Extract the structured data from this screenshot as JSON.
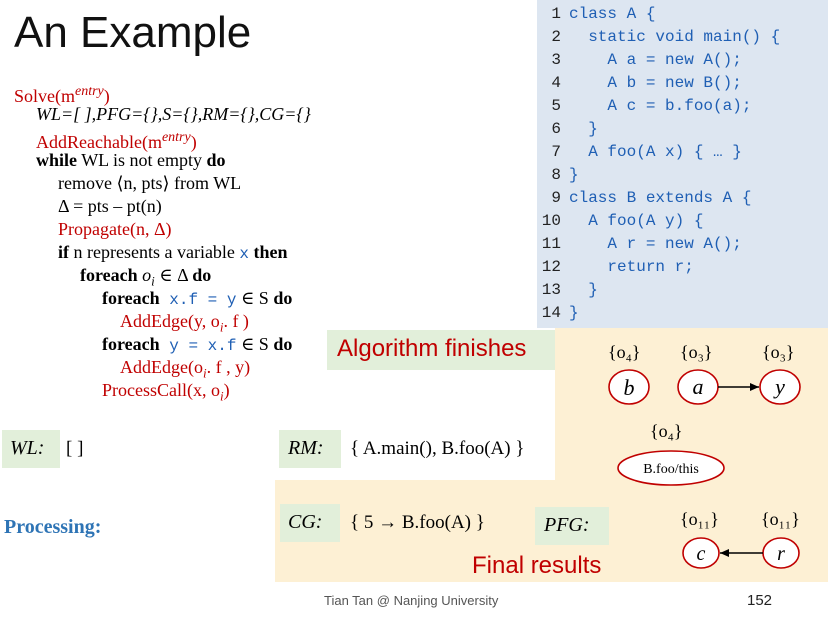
{
  "title": "An Example",
  "algorithm": {
    "l1": "Solve(m",
    "l1_sup": "entry",
    "l1_end": ")",
    "l2": "WL=[ ],PFG={},S={},RM={},CG={}",
    "l3": "AddReachable(m",
    "l3_sup": "entry",
    "l3_end": ")",
    "l4_kw1": "while",
    "l4_mid": " WL is not empty ",
    "l4_kw2": "do",
    "l5": "remove ⟨n, pts⟩ from WL",
    "l6": "Δ = pts – pt(n)",
    "l7": "Propagate(n, Δ)",
    "l8_kw1": "if",
    "l8_mid1": " n represents a variable ",
    "l8_var": "x",
    "l8_kw2": " then",
    "l9_kw1": "foreach",
    "l9_mid": " o",
    "l9_sub": "i",
    "l9_end": " ∈ Δ ",
    "l9_kw2": "do",
    "l10_kw1": "foreach",
    "l10_code": " x.f = y",
    "l10_end": " ∈ S ",
    "l10_kw2": "do",
    "l11_pre": "AddEdge(y, o",
    "l11_sub": "i",
    "l11_end": ". f )",
    "l12_kw1": "foreach",
    "l12_code": " y = x.f",
    "l12_end": " ∈ S ",
    "l12_kw2": "do",
    "l13_pre": "AddEdge(o",
    "l13_sub": "i",
    "l13_end": ". f , y)",
    "l14_pre": "ProcessCall(x, o",
    "l14_sub": "i",
    "l14_end": ")"
  },
  "code": [
    {
      "n": "1",
      "t": "class A {"
    },
    {
      "n": "2",
      "t": "  static void main() {"
    },
    {
      "n": "3",
      "t": "    A a = new A();"
    },
    {
      "n": "4",
      "t": "    A b = new B();"
    },
    {
      "n": "5",
      "t": "    A c = b.foo(a);"
    },
    {
      "n": "6",
      "t": "  }"
    },
    {
      "n": "7",
      "t": "  A foo(A x) { … }"
    },
    {
      "n": "8",
      "t": "}"
    },
    {
      "n": "9",
      "t": "class B extends A {"
    },
    {
      "n": "10",
      "t": "  A foo(A y) {"
    },
    {
      "n": "11",
      "t": "    A r = new A();"
    },
    {
      "n": "12",
      "t": "    return r;"
    },
    {
      "n": "13",
      "t": "  }"
    },
    {
      "n": "14",
      "t": "}"
    }
  ],
  "status": {
    "algorithm_finishes": "Algorithm finishes",
    "wl_label": "WL:",
    "wl_value": "[ ]",
    "rm_label": "RM:",
    "rm_value": "{ A.main(), B.foo(A) }",
    "cg_label": "CG:",
    "cg_value": "{ 5 → B.foo(A) }",
    "pfg_label": "PFG:",
    "processing": "Processing:",
    "final_results": "Final results"
  },
  "pfg": {
    "nodes": {
      "b": "b",
      "a": "a",
      "y": "y",
      "this": "B.foo/this",
      "c": "c",
      "r": "r"
    },
    "pts": {
      "b": "{o₄}",
      "a": "{o₃}",
      "y": "{o₃}",
      "this": "{o₄}",
      "c": "{o₁₁}",
      "r": "{o₁₁}"
    }
  },
  "colors": {
    "node_stroke": "#c00000",
    "code_bg": "#dde6f1",
    "orange_bg": "#fdf0d4",
    "green_bg": "#e2efda",
    "red_text": "#c00000",
    "blue_text": "#2e74b5"
  },
  "footer": "Tian Tan @ Nanjing University",
  "page_number": "152"
}
